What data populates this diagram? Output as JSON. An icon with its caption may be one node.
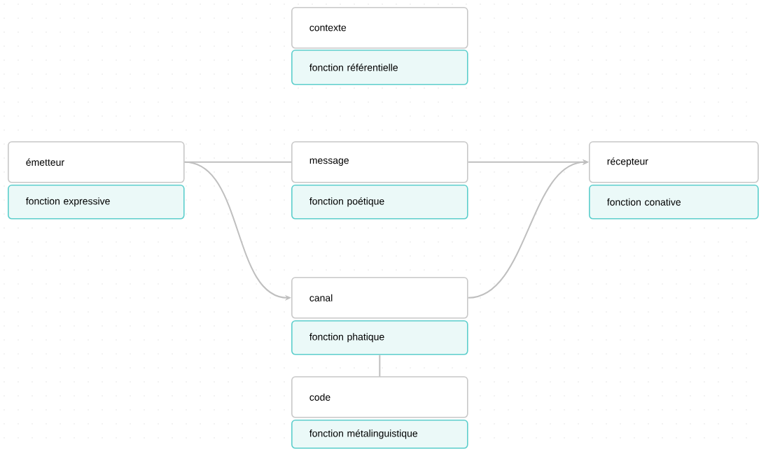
{
  "diagram": {
    "nodes": [
      {
        "text": [
          "contexte"
        ]
      },
      {
        "text": [
          "fonction référentielle"
        ]
      },
      {
        "text": [
          "émetteur"
        ]
      },
      {
        "text": [
          "fonction expressive"
        ]
      },
      {
        "text": [
          "message"
        ]
      },
      {
        "text": [
          "fonction poétique"
        ]
      },
      {
        "text": [
          "récepteur"
        ]
      },
      {
        "text": [
          "fonction conative"
        ]
      },
      {
        "text": [
          "canal"
        ]
      },
      {
        "text": [
          "fonction phatique"
        ]
      },
      {
        "text": [
          "code"
        ]
      },
      {
        "text": [
          "fonction métalinguistique"
        ]
      }
    ],
    "edges": [
      {
        "from": 2,
        "to": 4,
        "arrow": "none"
      },
      {
        "from": 2,
        "to": 8,
        "arrow": "to"
      },
      {
        "from": 4,
        "to": 6,
        "arrow": "to"
      },
      {
        "from": 8,
        "to": 6,
        "arrow": "to"
      },
      {
        "from": 9,
        "to": 10,
        "arrow": "none"
      }
    ]
  }
}
